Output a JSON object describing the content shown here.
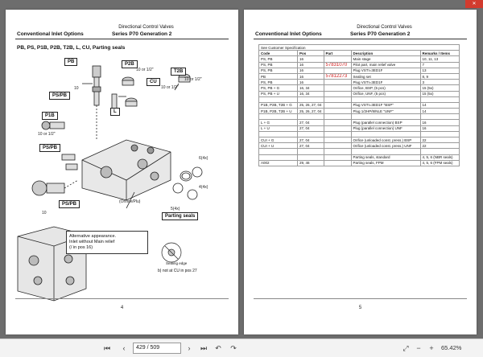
{
  "window": {
    "close_label": "✕"
  },
  "left_page": {
    "header_title": "Directional Control Valves",
    "header_left": "Conventional Inlet Options",
    "header_right": "Series P70 Generation 2",
    "section_title": "PB, PS, P1B, P2B, T2B, L, CU, Parting seals",
    "tags": [
      "PB",
      "P2B",
      "T2B",
      "CU",
      "PS/PB",
      "P1B",
      "PS/PB",
      "L",
      "PS/PB",
      "Parting seals"
    ],
    "labels": [
      "10 or 1/2\"",
      "10 or 1/2\"",
      "10 or 1/2\"",
      "10",
      "10 or 1/2\"",
      "10",
      "6(4x)",
      "4(4x)",
      "5(4x)",
      "(Orifice/Plu)"
    ],
    "note_line1": "Alternative appearance.",
    "note_line2": "Inlet without Main relief",
    "note_line3": "(/ in pos 16)",
    "seal_label": "Sealing edge",
    "caption": "b) not at CU in pos 27",
    "page_number": "4"
  },
  "right_page": {
    "header_title": "Directional Control Valves",
    "header_left": "Conventional Inlet Options",
    "header_right": "Series P70 Generation 2",
    "spec_caption": "See Customer Specification",
    "columns": [
      "Code",
      "Pos",
      "Part",
      "Description",
      "Remarks / Items"
    ],
    "rows": [
      [
        "PS, PB",
        "16",
        "",
        "Main stage",
        "10, 11, 13"
      ],
      [
        "PS, PB",
        "16",
        "57831070",
        "Pilot part, main relief valve",
        "7"
      ],
      [
        "PS, PB",
        "16",
        "",
        "Plug VSTI=3ED1F",
        "13"
      ],
      [
        "PB",
        "16",
        "57812273",
        "Sealing set",
        "8, 9"
      ],
      [
        "PS, PB",
        "16",
        "",
        "Plug VSTI=3ED1F",
        "3"
      ],
      [
        "PS, PB + G",
        "16, 34",
        "",
        "Orifice, BSP, (5 pcs)",
        "15 (5x)"
      ],
      [
        "PS, PB + U",
        "16, 34",
        "",
        "Orifice, UNF, (5 pcs)",
        "15 (5x)"
      ],
      [
        "",
        "",
        "",
        "",
        ""
      ],
      [
        "P1B, P2B, T2B + G",
        "25, 26, 27, 04",
        "",
        "Plug VSTI=3ED1F \"BSP\"",
        "14"
      ],
      [
        "P1B, P2B, T2B + U",
        "25, 26, 27, 04",
        "",
        "Plug 1/2HP/8/NLE \"UNF\"",
        "14"
      ],
      [
        "",
        "",
        "",
        "",
        ""
      ],
      [
        "L + G",
        "27, 04",
        "",
        "Plug (parallel connection) BSP",
        "16"
      ],
      [
        "L + U",
        "27, 04",
        "",
        "Plug (parallel connection) UNF",
        "16"
      ],
      [
        "",
        "",
        "",
        "",
        ""
      ],
      [
        "CUI + G",
        "27, 04",
        "",
        "Orifice (unloaded const. press.) BSP",
        "22"
      ],
      [
        "CUI + U",
        "27, 04",
        "",
        "Orifice (unloaded const. press.) UNF",
        "22"
      ],
      [
        "",
        "",
        "",
        "",
        ""
      ],
      [
        "",
        "",
        "",
        "Parting seals, standard",
        "4, 5, 6 (NBR seals)"
      ],
      [
        "A002",
        "29, 46",
        "",
        "Parting seals, FPM",
        "4, 5, 6 (FPM seals)"
      ]
    ],
    "page_number": "5"
  },
  "toolbar": {
    "page_value": "429 / 509",
    "zoom": "65.42%",
    "first_label": "⏮",
    "prev_label": "‹",
    "next_label": "›",
    "last_label": "⏭",
    "prev_view_label": "↶",
    "next_view_label": "↷",
    "fit_label": "⤢",
    "zoom_out_label": "−",
    "zoom_in_label": "+"
  }
}
